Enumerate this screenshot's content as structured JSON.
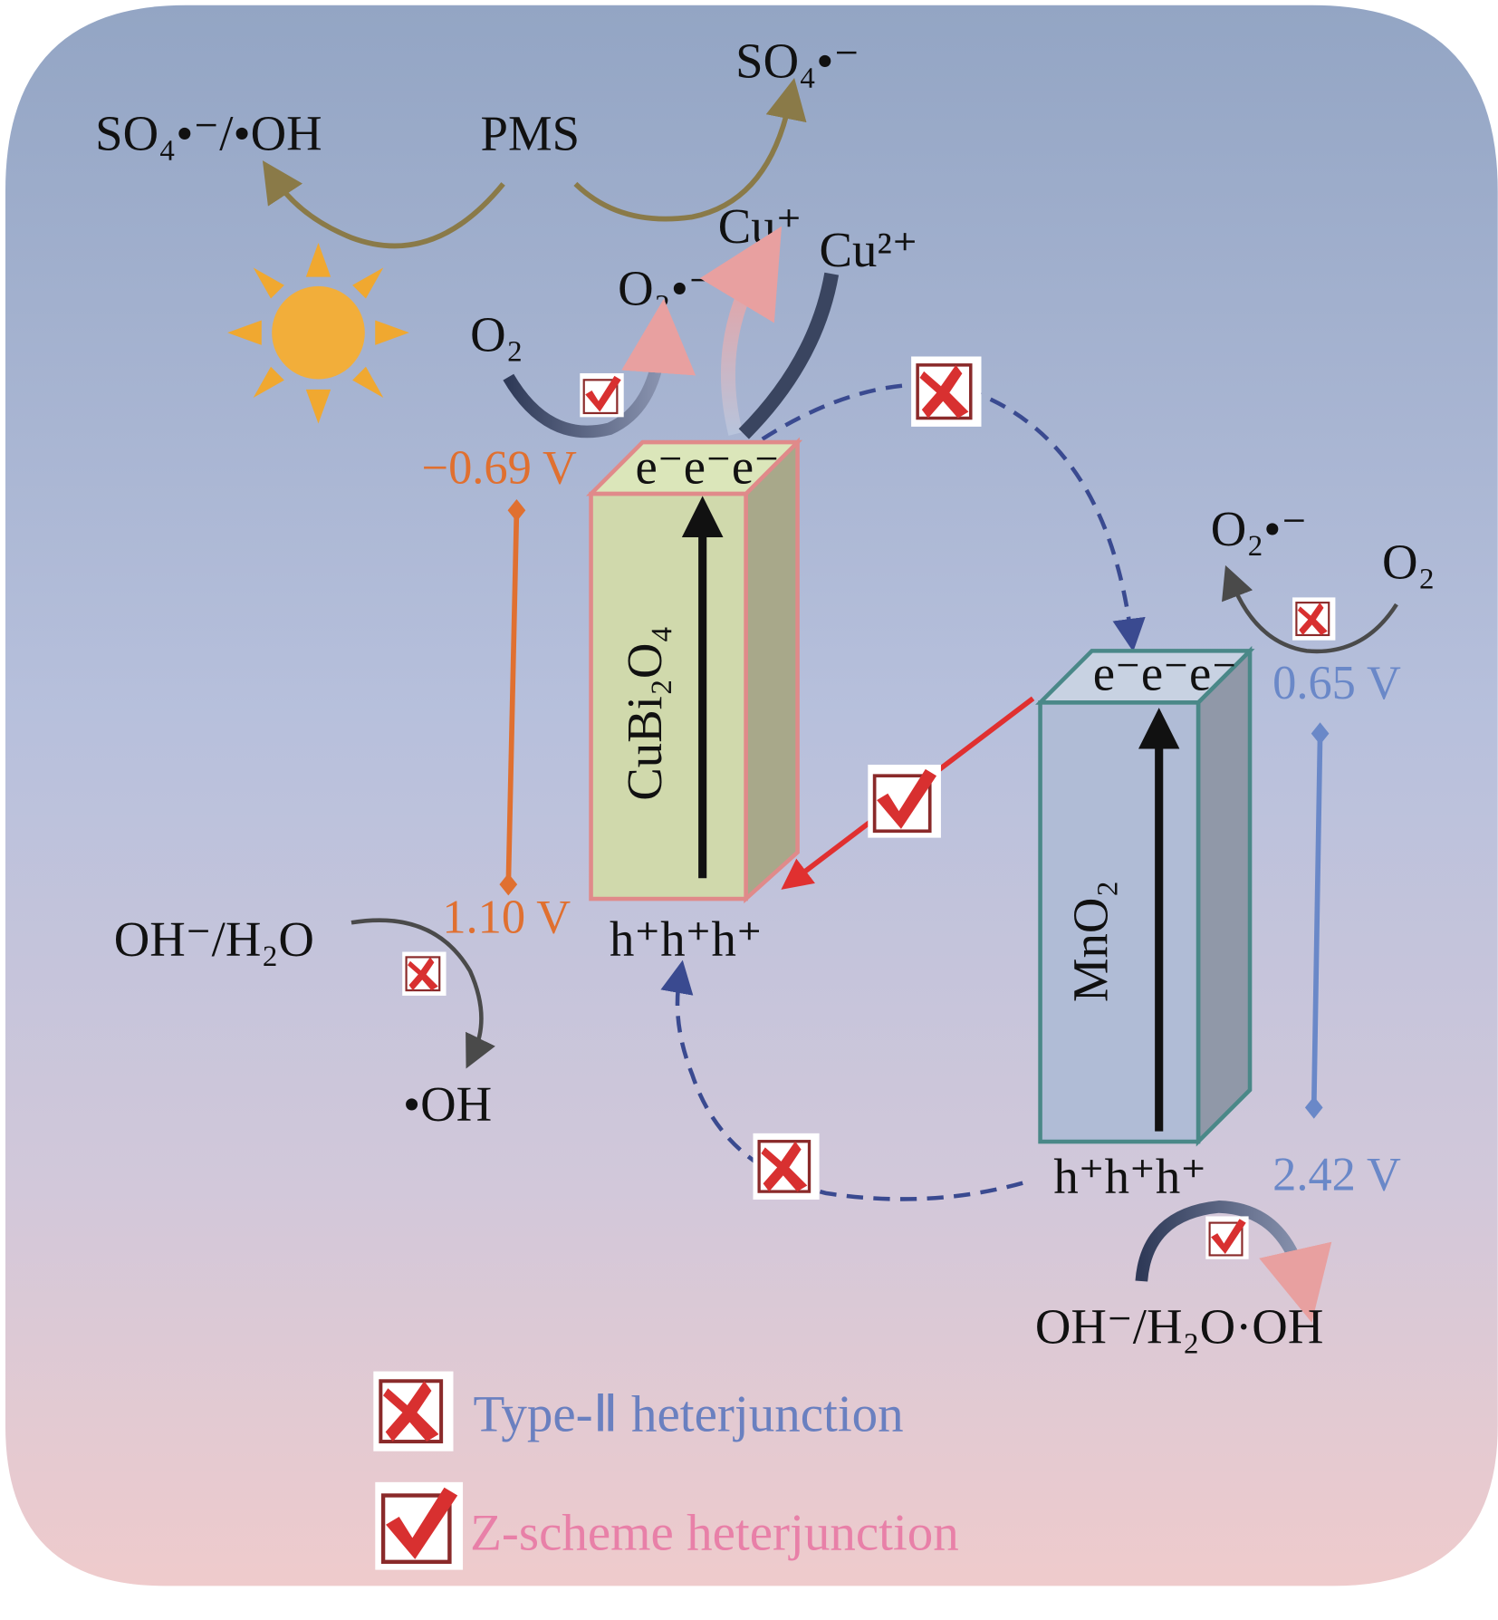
{
  "labels": {
    "so4_oh": "SO₄•⁻/•OH",
    "pms": "PMS",
    "so4": "SO₄•⁻",
    "cu_plus": "Cu⁺",
    "cu_2plus": "Cu²⁺",
    "o2_radical_left": "O₂•⁻",
    "o2_left": "O₂",
    "o2_radical_right": "O₂•⁻",
    "o2_right": "O₂",
    "oh_h2o_left": "OH⁻/H₂O",
    "oh_radical": "•OH",
    "oh_h2o_oh_right": "OH⁻/H₂O·OH"
  },
  "cubi2o4": {
    "name": "CuBi₂O₄",
    "electrons": "e⁻e⁻e⁻",
    "holes": "h⁺h⁺h⁺",
    "cb_potential": "−0.69 V",
    "vb_potential": "1.10 V"
  },
  "mno2": {
    "name": "MnO₂",
    "electrons": "e⁻e⁻e⁻",
    "holes": "h⁺h⁺h⁺",
    "cb_potential": "0.65 V",
    "vb_potential": "2.42 V"
  },
  "legend": {
    "type2": "Type-Ⅱ heterjunction",
    "zscheme": "Z-scheme heterjunction"
  },
  "colors": {
    "cubi2o4_potential": "#e07030",
    "mno2_potential": "#6a88c8",
    "zscheme_arrow": "#e03030",
    "type2_dash": "#3a4a90"
  }
}
